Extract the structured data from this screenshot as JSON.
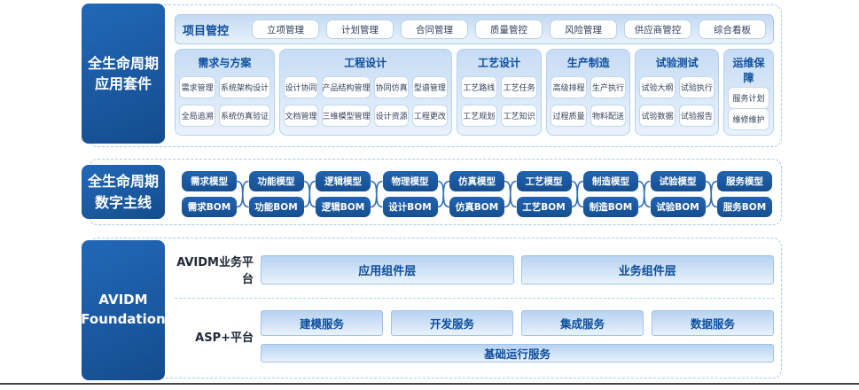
{
  "colors": {
    "accent_dark_blue": "#144c8d",
    "pill_blue": "#1b5aa8",
    "panel_light_blue": "#c7dcf4",
    "border_blue": "#a9c8ea",
    "heading_blue": "#0d4e9e",
    "connector_blue": "#2e6cb8",
    "button_text": "#32405e",
    "bottom_rule_gray": "#454545"
  },
  "suite": {
    "label_lines": [
      "全生命周期",
      "应用套件"
    ],
    "project_bar": {
      "title": "项目管控",
      "buttons": [
        "立项管理",
        "计划管理",
        "合同管理",
        "质量管控",
        "风险管理",
        "供应商管控",
        "综合看板"
      ]
    },
    "panels": [
      {
        "title": "需求与方案",
        "rows": [
          [
            "需求管理",
            "系统架构设计"
          ],
          [
            "全局追溯",
            "系统仿真验证"
          ]
        ]
      },
      {
        "title": "工程设计",
        "rows": [
          [
            "设计协同",
            "产品结构管理",
            "协同仿真",
            "型谱管理"
          ],
          [
            "文档管理",
            "三维模型管理",
            "设计资源",
            "工程更改"
          ]
        ]
      },
      {
        "title": "工艺设计",
        "rows": [
          [
            "工艺路线",
            "工艺任务"
          ],
          [
            "工艺规划",
            "工艺知识"
          ]
        ]
      },
      {
        "title": "生产制造",
        "rows": [
          [
            "高级排程",
            "生产执行"
          ],
          [
            "过程质量",
            "物料配送"
          ]
        ]
      },
      {
        "title": "试验测试",
        "rows": [
          [
            "试验大纲",
            "试验执行"
          ],
          [
            "试验数据",
            "试验报告"
          ]
        ]
      },
      {
        "title": "运维保障",
        "rows": [
          [
            "服务计划"
          ],
          [
            "维修维护"
          ]
        ]
      }
    ]
  },
  "thread": {
    "label_lines": [
      "全生命周期",
      "数字主线"
    ],
    "pairs": [
      {
        "model": "需求模型",
        "bom": "需求BOM"
      },
      {
        "model": "功能模型",
        "bom": "功能BOM"
      },
      {
        "model": "逻辑模型",
        "bom": "逻辑BOM"
      },
      {
        "model": "物理模型",
        "bom": "设计BOM"
      },
      {
        "model": "仿真模型",
        "bom": "仿真BOM"
      },
      {
        "model": "工艺模型",
        "bom": "工艺BOM"
      },
      {
        "model": "制造模型",
        "bom": "制造BOM"
      },
      {
        "model": "试验模型",
        "bom": "试验BOM"
      },
      {
        "model": "服务模型",
        "bom": "服务BOM"
      }
    ]
  },
  "foundation": {
    "label_lines": [
      "AVIDM",
      "Foundation"
    ],
    "business_platform": {
      "label": "AVIDM业务平台",
      "boxes": [
        "应用组件层",
        "业务组件层"
      ]
    },
    "asp_platform": {
      "label": "ASP+平台",
      "services": [
        "建模服务",
        "开发服务",
        "集成服务",
        "数据服务"
      ],
      "base_bar": "基础运行服务"
    }
  }
}
